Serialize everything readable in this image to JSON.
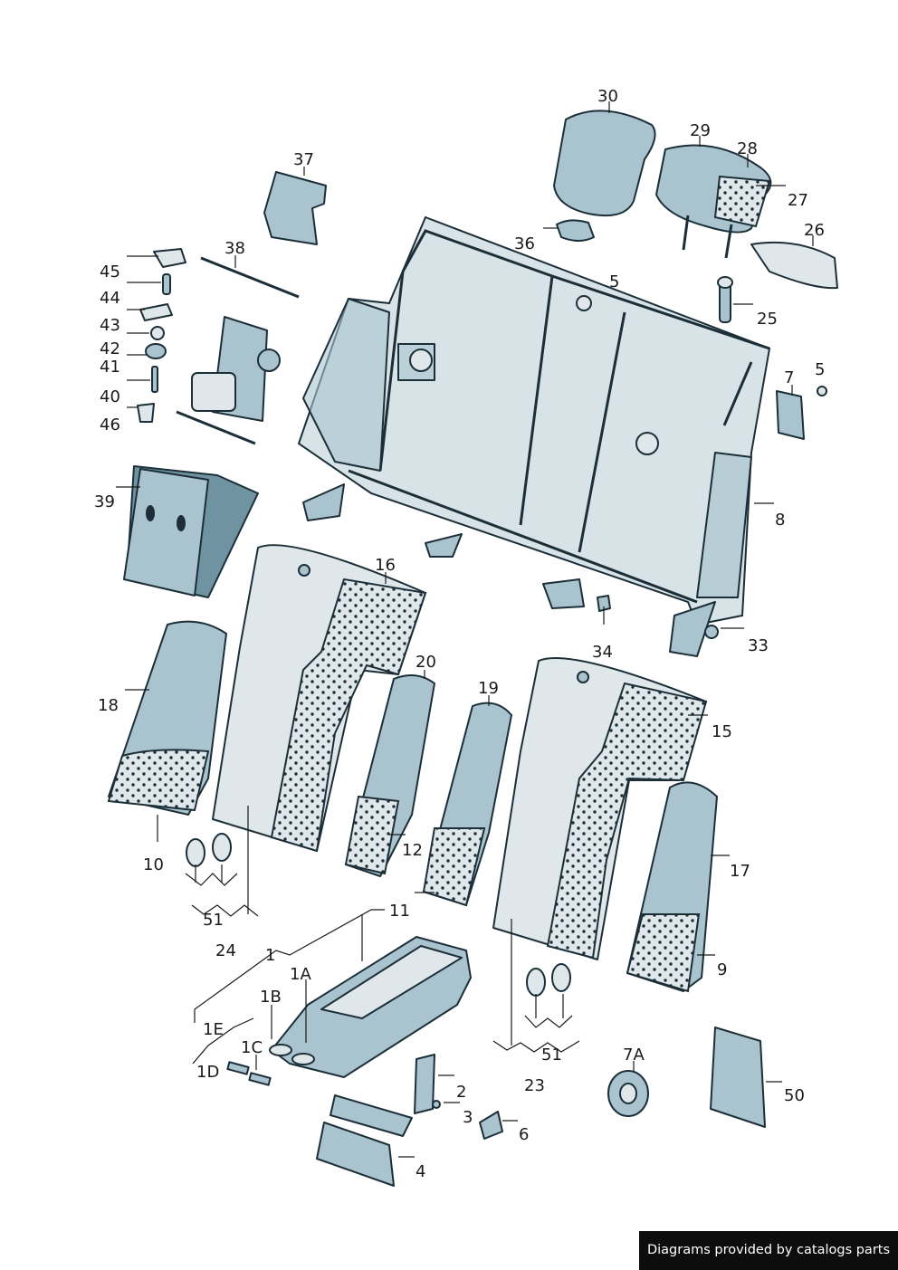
{
  "diagram": {
    "callouts": [
      "30",
      "29",
      "28",
      "27",
      "26",
      "37",
      "36",
      "5",
      "38",
      "45",
      "44",
      "43",
      "42",
      "41",
      "40",
      "46",
      "25",
      "7",
      "5",
      "39",
      "16",
      "8",
      "20",
      "19",
      "33",
      "34",
      "18",
      "15",
      "10",
      "12",
      "17",
      "51",
      "11",
      "24",
      "1",
      "1A",
      "9",
      "1B",
      "1E",
      "1C",
      "1D",
      "2",
      "7A",
      "3",
      "6",
      "50",
      "4",
      "51",
      "23"
    ]
  },
  "footer": {
    "text": "Diagrams provided by catalogs parts"
  },
  "colors": {
    "part_fill": "#a9c4cf",
    "outline": "#1c2f38",
    "footer_bg": "#0d0d0d"
  }
}
